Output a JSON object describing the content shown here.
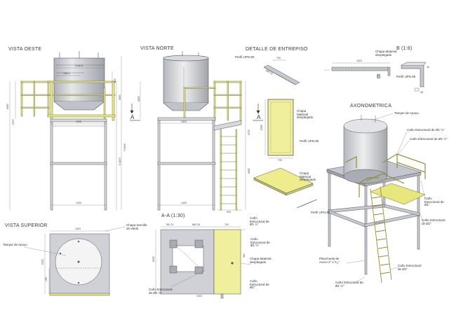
{
  "views": {
    "oeste": "VISTA OESTE",
    "norte": "VISTA NORTE",
    "entrepiso": "DETALLE DE ENTREPISO",
    "b_detail": "B (1:8)",
    "axonometrica": "AXONOMETRICA",
    "superior": "VISTA SUPERIOR",
    "aa": "A-A (1:30)"
  },
  "labels": {
    "perfil_upn80_a": "Perfil UPN 80",
    "chapa_despl_b": "Chapa Material desplegado",
    "perfil_upn80_b": "Perfil UPN 80",
    "chapa_despl_1": "Chapa Material desplegado",
    "perfil_upn80_1": "Perfil UPN 80",
    "chapa_despl_2": "Chapa Material desplegado",
    "perfil_upn80_2": "Perfil UPN 80",
    "tanque_axo": "Tanque de Apoyo",
    "cano_axo_1": "Caño Estructural de Ø1 ½\"",
    "cano_axo_2": "Caño Estructural de Ø1 ½\"",
    "cano_axo_3": "Caño Estructural de Ø1\"",
    "cano_axo_4": "Caño Estructural de Ø1\"",
    "planchuela": "Planchuela de Acero 2\" x ³⁄₁₆\"",
    "cano_axo_5": "Caño Estructural de Ø1\"",
    "cano_axo_6": "Caño Estructural de Ø1 ½\"",
    "tanque_sup": "Tanque de Apoyo",
    "chapa_semilla": "Chapa Semilla de ebido",
    "cano_aa_1": "Caño Estructural de Ø1 ½\"",
    "cano_aa_2": "Caño Estructural de Ø1 ½\"",
    "chapa_aa": "Chapa Material desplegado",
    "cano_aa_3": "Caño Estructural de Ø1\"",
    "cano_aa_4": "Caño Estructural de Ø1 ½\""
  },
  "dims": {
    "oeste_w": "1523",
    "oeste_tank_d": "2140.6",
    "oeste_tank_r": "786.3",
    "oeste_base": "1400",
    "oeste_h_total": "3493.1",
    "oeste_h_1": "1000",
    "oeste_h_2": "1223",
    "oeste_h_3": "1000",
    "oeste_h_4": "2465.3",
    "oeste_h_5": "475",
    "norte_w": "1523",
    "norte_base": "1400",
    "norte_base_2": "920",
    "norte_h_1": "1000",
    "norte_h_2": "1223",
    "norte_h_3": "1000",
    "ent_a": "700",
    "ent_b": "880.32",
    "ent_c": "700",
    "b_a": "1523",
    "b_b": "40",
    "b_c": "45",
    "sup_w": "1523",
    "sup_h": "1523",
    "sup_r": "987",
    "aa_w1": "780.74",
    "aa_w2": "682.25",
    "aa_w3": "700",
    "aa_h": "1523",
    "aa_base": "1523",
    "plate_w": "700",
    "plate_h": "1823"
  },
  "cut_marks": {
    "a_left": "A",
    "a_right": "A",
    "b_mark": "B"
  },
  "colors": {
    "frame_yellow": "#e9e88a",
    "panel_yellow": "#f0ef9e",
    "steel": "#c9ccd4",
    "tank": "#cfd1d6",
    "line": "#444444"
  }
}
